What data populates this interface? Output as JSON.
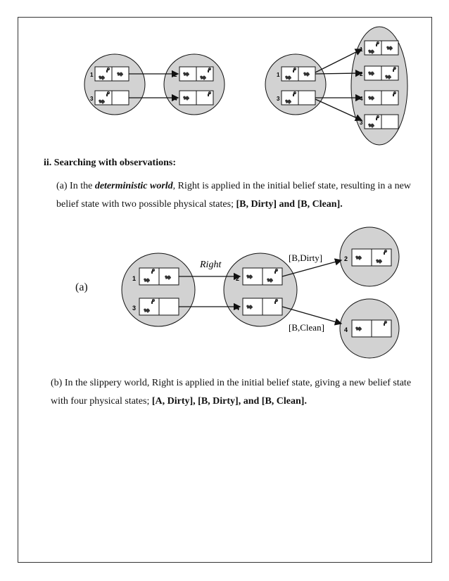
{
  "heading": "ii.  Searching with observations:",
  "para_a": {
    "prefix": "(a) In the ",
    "emph": "deterministic world",
    "mid": ", Right is applied in the initial belief state, resulting in a new belief state with two possible physical states; ",
    "bold": "[B, Dirty] and [B, Clean]."
  },
  "figure_label": "(a)",
  "diagram": {
    "action_label": "Right",
    "percept_dirty": "[B,Dirty]",
    "percept_clean": "[B,Clean]",
    "state_numbers": [
      "1",
      "2",
      "3",
      "4"
    ]
  },
  "para_b": {
    "prefix": "(b) In the slippery world, Right is applied in the initial belief state, giving a new belief state with four physical states; ",
    "bold": "[A, Dirty], [B, Dirty], and [B, Clean]."
  },
  "colors": {
    "belief_fill": "#d2d2d2",
    "outline": "#111111",
    "page_border": "#333333"
  }
}
